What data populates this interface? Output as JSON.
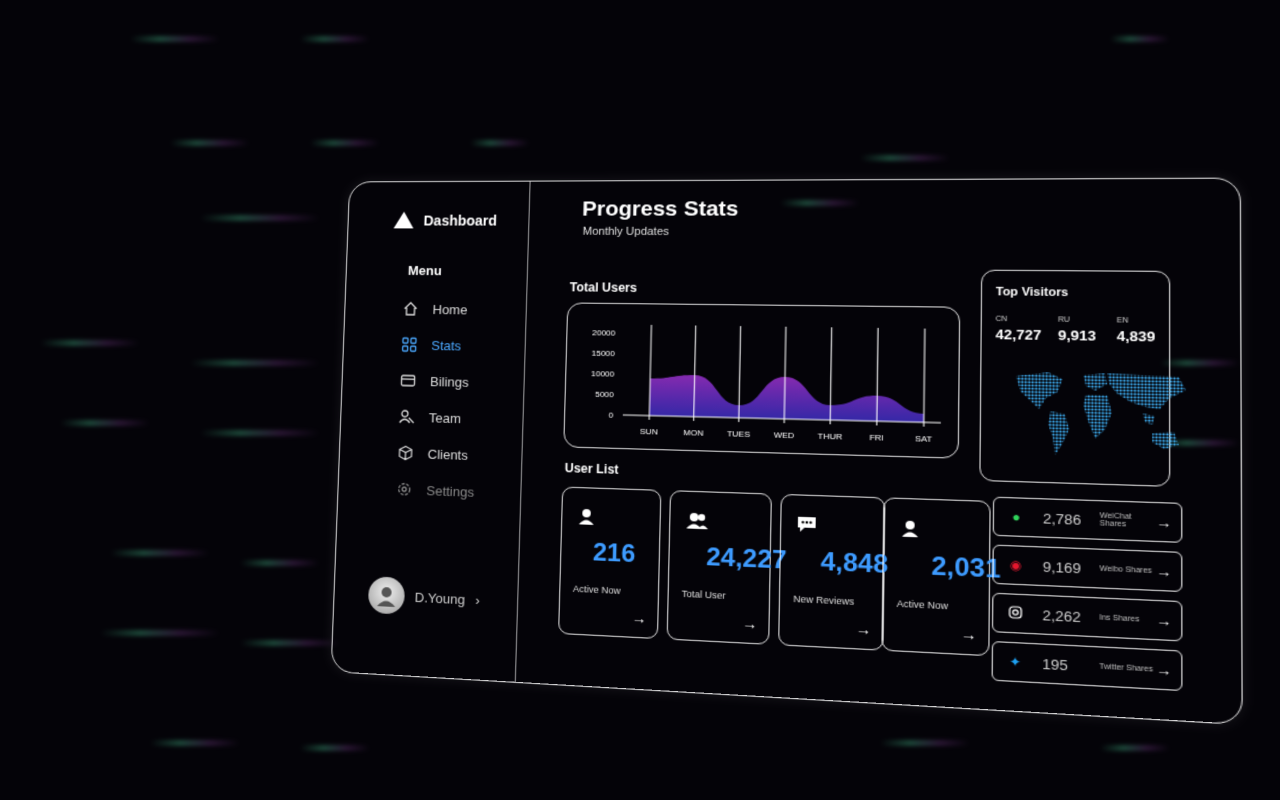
{
  "sidebar": {
    "brand": "Dashboard",
    "menu_label": "Menu",
    "items": [
      {
        "label": "Home",
        "icon": "home-icon"
      },
      {
        "label": "Stats",
        "icon": "grid-icon",
        "active": true
      },
      {
        "label": "Bilings",
        "icon": "card-icon"
      },
      {
        "label": "Team",
        "icon": "team-icon"
      },
      {
        "label": "Clients",
        "icon": "cube-icon"
      },
      {
        "label": "Settings",
        "icon": "gear-icon"
      }
    ],
    "user_name": "D.Young"
  },
  "header": {
    "title": "Progress Stats",
    "subtitle": "Monthly Updates"
  },
  "total_users": {
    "label": "Total Users",
    "y_ticks": [
      "20000",
      "15000",
      "10000",
      "5000",
      "0"
    ],
    "days": [
      "SUN",
      "MON",
      "TUES",
      "WED",
      "THUR",
      "FRI",
      "SAT"
    ]
  },
  "user_list": {
    "label": "User List",
    "cards": [
      {
        "value": "216",
        "label": "Active Now",
        "icon": "user-icon"
      },
      {
        "value": "24,227",
        "label": "Total User",
        "icon": "users-icon"
      },
      {
        "value": "4,848",
        "label": "New Reviews",
        "icon": "chat-icon"
      },
      {
        "value": "2,031",
        "label": "Active Now",
        "icon": "user-icon"
      }
    ]
  },
  "top_visitors": {
    "label": "Top Visitors",
    "stats": [
      {
        "code": "CN",
        "value": "42,727"
      },
      {
        "code": "RU",
        "value": "9,913"
      },
      {
        "code": "EN",
        "value": "4,839"
      }
    ]
  },
  "shares": [
    {
      "count": "2,786",
      "label": "WeiChat Shares",
      "icon": "wechat-icon",
      "color": "#2fd35a"
    },
    {
      "count": "9,169",
      "label": "Weibo Shares",
      "icon": "weibo-icon",
      "color": "#e6162d"
    },
    {
      "count": "2,262",
      "label": "Ins Shares",
      "icon": "instagram-icon",
      "color": "#ffffff"
    },
    {
      "count": "195",
      "label": "Twitter Shares",
      "icon": "twitter-icon",
      "color": "#1da1f2"
    }
  ],
  "colors": {
    "accent": "#3d9bff",
    "chart_fill_a": "#8b2bb8",
    "chart_fill_b": "#3a2bb8"
  },
  "chart_data": {
    "type": "area",
    "categories": [
      "SUN",
      "MON",
      "TUES",
      "WED",
      "THUR",
      "FRI",
      "SAT"
    ],
    "ylim": [
      0,
      20000
    ],
    "series": [
      {
        "values": [
          9000,
          10000,
          3000,
          10000,
          3500,
          6000,
          2000
        ]
      }
    ]
  }
}
